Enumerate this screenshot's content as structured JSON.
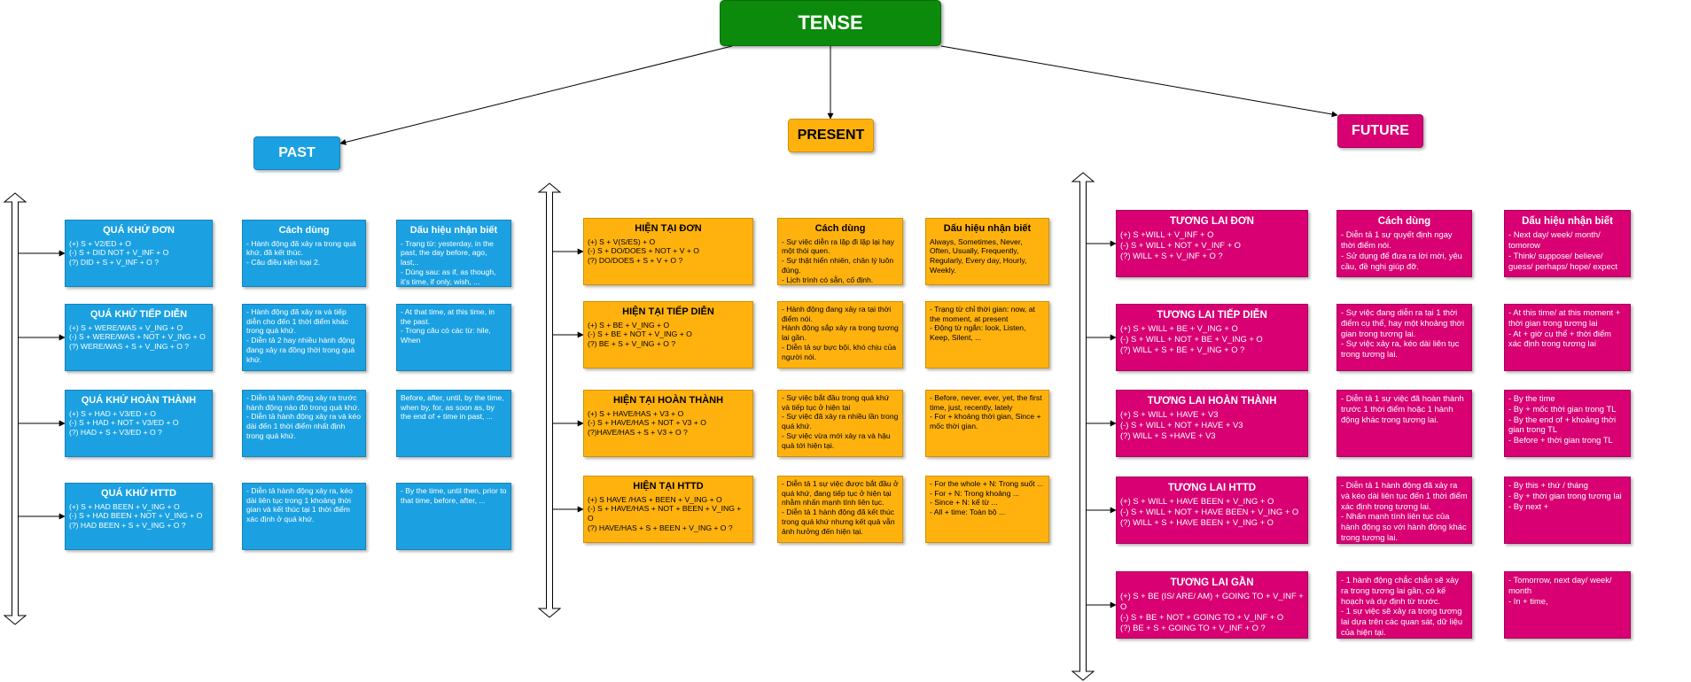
{
  "title": "TENSE",
  "branches": [
    {
      "name": "PAST",
      "rows": [
        {
          "formula": {
            "title": "QUÁ KHỨ ĐƠN",
            "lines": [
              "(+) S + V2/ED + O",
              "(-) S + DID NOT + V_INF + O",
              "(?) DID + S + V_INF + O ?"
            ]
          },
          "usage": {
            "title": "Cách dùng",
            "lines": [
              "- Hành động đã xảy ra trong quá khứ, đã kết thúc.",
              "- Câu điều kiện loại 2."
            ]
          },
          "signs": {
            "title": "Dấu hiệu nhận biết",
            "lines": [
              "- Trạng từ: yesterday, in the past, the day before, ago, last,..",
              "- Dùng sau: as if, as though, it's time, if only, wish, ..."
            ]
          }
        },
        {
          "formula": {
            "title": "QUÁ KHỨ TIẾP DIỄN",
            "lines": [
              "(+) S + WERE/WAS + V_ING + O",
              "(-) S + WERE/WAS + NOT + V_ING + O",
              "(?) WERE/WAS + S + V_ING + O ?"
            ]
          },
          "usage": {
            "title": "",
            "lines": [
              "- Hành động đã xảy ra và tiếp diễn cho đến 1 thời điểm khác trong quá khứ.",
              "- Diễn tả 2 hay nhiều hành động đang xảy ra đồng thời trong quá khứ."
            ]
          },
          "signs": {
            "title": "",
            "lines": [
              "- At that time, at this time, in the past.",
              "- Trong câu có các từ: hile, When"
            ]
          }
        },
        {
          "formula": {
            "title": "QUÁ KHỨ HOÀN THÀNH",
            "lines": [
              "(+) S + HAD + V3/ED + O",
              "(-) S + HAD + NOT + V3/ED + O",
              "(?) HAD + S + V3/ED + O ?"
            ]
          },
          "usage": {
            "title": "",
            "lines": [
              "- Diễn tả hành động xảy ra trước hành động nào đó trong quá khứ.",
              "- Diễn tả hành động xảy ra và kéo dài đến 1 thời điểm nhất định trong quá khứ."
            ]
          },
          "signs": {
            "title": "",
            "lines": [
              "Before, after, until, by the time, when by, for, as soon as, by the end of + time in past, ..."
            ]
          }
        },
        {
          "formula": {
            "title": "QUÁ KHỨ HTTD",
            "lines": [
              "(+) S + HAD BEEN + V_ING + O",
              "(-) S + HAD BEEN + NOT + V_ING + O",
              "(?) HAD BEEN + S + V_ING + O ?"
            ]
          },
          "usage": {
            "title": "",
            "lines": [
              "- Diễn tả hành động xảy ra, kéo dài liên tục trong 1 khoảng thời gian và kết thúc tại 1 thời điểm xác định ở quá khứ."
            ]
          },
          "signs": {
            "title": "",
            "lines": [
              "- By the time, until then, prior to that time, before, after, ..."
            ]
          }
        }
      ]
    },
    {
      "name": "PRESENT",
      "rows": [
        {
          "formula": {
            "title": "HIỆN TẠI ĐƠN",
            "lines": [
              "(+) S + V(S/ES) + O",
              "(-) S + DO/DOES + NOT + V + O",
              "(?) DO/DOES + S + V + O ?"
            ]
          },
          "usage": {
            "title": "Cách dùng",
            "lines": [
              "- Sự việc diễn ra lặp đi lặp lại hay một thói quen.",
              "- Sự thật hiển nhiên, chân lý luôn đúng.",
              "- Lịch trình có sẵn, cố định."
            ]
          },
          "signs": {
            "title": "Dấu hiệu nhận biết",
            "lines": [
              "Always, Sometimes, Never, Often, Usually, Frequently, Regularly, Every day, Hourly, Weekly."
            ]
          }
        },
        {
          "formula": {
            "title": "HIỆN TẠI TIẾP DIỄN",
            "lines": [
              "(+) S + BE + V_ING + O",
              "(-) S + BE + NOT + V_ING + O",
              "(?) BE + S + V_ING + O ?"
            ]
          },
          "usage": {
            "title": "",
            "lines": [
              "- Hành động đang xảy ra tại thời điểm nói.",
              "Hành động sắp xảy ra trong tương lai gần.",
              "- Diễn tả sự bực bội, khó chịu của người nói."
            ]
          },
          "signs": {
            "title": "",
            "lines": [
              "- Trạng từ chỉ thời gian: now, at the moment, at present",
              "- Động từ ngắn: look, Listen, Keep, Silent, ..."
            ]
          }
        },
        {
          "formula": {
            "title": "HIỆN TẠI HOÀN THÀNH",
            "lines": [
              "(+) S + HAVE/HAS + V3 + O",
              "(-) S + HAVE/HAS + NOT + V3 + O",
              "(?)HAVE/HAS + S + V3 + O ?"
            ]
          },
          "usage": {
            "title": "",
            "lines": [
              "- Sự việc bắt đầu trong quá khứ và tiếp tục ở hiện tại",
              "- Sự việc đã xảy ra nhiều lần trong quá khứ.",
              "- Sự việc vừa mới xảy ra và hậu quả tới hiện tại."
            ]
          },
          "signs": {
            "title": "",
            "lines": [
              "- Before, never, ever, yet, the first time, just, recently, lately",
              "- For + khoảng thời gian, Since + mốc thời gian."
            ]
          }
        },
        {
          "formula": {
            "title": "HIỆN TẠI HTTD",
            "lines": [
              "(+) S HAVE /HAS + BEEN + V_ING + O",
              "(-) S + HAVE/HAS + NOT + BEEN + V_ING + O",
              "(?) HAVE/HAS + S + BEEN + V_ING + O ?"
            ]
          },
          "usage": {
            "title": "",
            "lines": [
              "- Diễn tả 1 sự việc được bắt đầu ở quá khứ, đang tiếp tục ở hiện tại nhằm nhấn mạnh tính liên tục.",
              "- Diễn tả 1 hành động đã kết thúc trong quá khứ nhưng kết quả vẫn ảnh hưởng đến hiện tại."
            ]
          },
          "signs": {
            "title": "",
            "lines": [
              "- For the whole + N: Trong suốt ...",
              "- For + N: Trong khoảng ...",
              "- Since + N: kể từ ...",
              "- All + time: Toàn bộ ..."
            ]
          }
        }
      ]
    },
    {
      "name": "FUTURE",
      "rows": [
        {
          "formula": {
            "title": "TƯƠNG LAI ĐƠN",
            "lines": [
              "(+) S +WILL + V_INF + O",
              "(-) S + WILL + NOT + V_INF + O",
              "(?) WILL + S + V_INF + O ?"
            ]
          },
          "usage": {
            "title": "Cách dùng",
            "lines": [
              "- Diễn tả 1 sự quyết định ngay thời điểm nói.",
              "- Sử dụng để đưa ra lời mời, yêu cầu, đề nghị giúp đỡ."
            ]
          },
          "signs": {
            "title": "Dấu hiệu nhận biết",
            "lines": [
              "- Next day/ week/ month/ tomorow",
              "- Think/ suppose/ believe/ guess/ perhaps/ hope/ expect"
            ]
          }
        },
        {
          "formula": {
            "title": "TƯƠNG LAI TIẾP DIỄN",
            "lines": [
              "(+) S + WILL + BE + V_ING + O",
              "(-) S + WILL + NOT + BE + V_ING + O",
              "(?) WILL + S + BE + V_ING + O ?"
            ]
          },
          "usage": {
            "title": "",
            "lines": [
              "- Sự việc đang diễn ra tại 1 thời điểm cụ thể, hay một khoảng thời gian trong tương lai.",
              "- Sự việc xảy ra, kéo dài liên tục trong tương lai."
            ]
          },
          "signs": {
            "title": "",
            "lines": [
              "- At this time/ at this moment + thời gian trong tương lai",
              "- At + giờ cụ thể + thời điểm xác định trong tương lai"
            ]
          }
        },
        {
          "formula": {
            "title": "TƯƠNG LAI HOÀN THÀNH",
            "lines": [
              "(+) S + WILL + HAVE + V3",
              "(-) S + WILL + NOT + HAVE + V3",
              "(?) WILL + S +HAVE + V3"
            ]
          },
          "usage": {
            "title": "",
            "lines": [
              "- Diễn tả 1 sự việc đã hoàn thành trước 1 thời điểm hoặc 1 hành động khác trong tương lai."
            ]
          },
          "signs": {
            "title": "",
            "lines": [
              "- By the time",
              "- By + mốc thời gian trong TL",
              "- By the end of + khoảng thời gian trong TL",
              "- Before + thời gian trong TL"
            ]
          }
        },
        {
          "formula": {
            "title": "TƯƠNG LAI HTTD",
            "lines": [
              "(+) S + WILL + HAVE BEEN + V_ING + O",
              "(-) S + WILL + NOT + HAVE BEEN + V_ING + O",
              "(?) WILL + S + HAVE BEEN + V_ING + O"
            ]
          },
          "usage": {
            "title": "",
            "lines": [
              "- Diễn tả 1 hành động đã xảy ra và kéo dài liên tục đến 1 thời điểm xác định trong tương lai.",
              "- Nhấn mạnh tính liên tục của hành động so với hành động khác trong tương lai."
            ]
          },
          "signs": {
            "title": "",
            "lines": [
              "- By this + thứ / tháng",
              "- By + thời gian trong tương lai",
              "- By next +"
            ]
          }
        },
        {
          "formula": {
            "title": "TƯƠNG LAI GẦN",
            "lines": [
              "(+) S + BE (IS/ ARE/ AM) + GOING TO + V_INF + O",
              "(-) S + BE + NOT + GOING TO + V_INF + O",
              "(?) BE + S + GOING TO + V_INF + O ?"
            ]
          },
          "usage": {
            "title": "",
            "lines": [
              "- 1 hành động chắc chắn sẽ xảy ra trong tương lai gần, có kế hoạch và dự định từ trước.",
              "- 1 sự việc sẽ xảy ra trong tương lai dựa trên các quan sát, dữ liệu của hiện tại."
            ]
          },
          "signs": {
            "title": "",
            "lines": [
              "- Tomorrow, next day/ week/ month",
              "- In + time,"
            ]
          }
        }
      ]
    }
  ]
}
